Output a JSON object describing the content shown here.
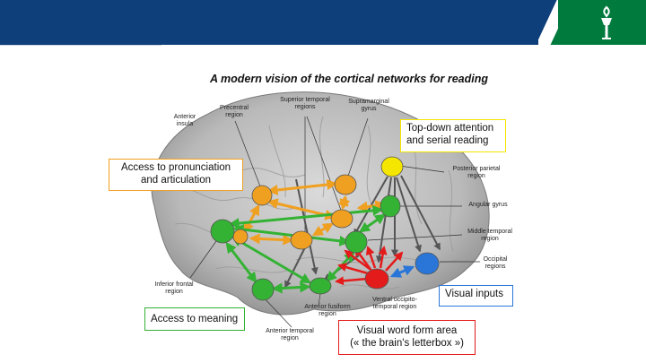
{
  "header": {
    "logo_icon": "torch-icon",
    "colors": {
      "blue": "#0e3f7a",
      "green": "#007a3d"
    }
  },
  "diagram": {
    "title": "A modern vision of the cortical networks for reading",
    "labels": {
      "anterior_insula": "Anterior\ninsula",
      "precentral": "Precentral\nregion",
      "superior_temporal": "Superior temporal\nregions",
      "supramarginal": "Supramarginal\ngyrus",
      "posterior_parietal": "Posterior parietal\nregion",
      "angular_gyrus": "Angular gyrus",
      "middle_temporal": "Middle temporal\nregion",
      "occipital": "Occipital\nregions",
      "inferior_frontal": "Inferior frontal\nregion",
      "anterior_fusiform": "Anterior fusiform\nregion",
      "ventral_occipito": "Ventral occipito-\ntemporal region",
      "anterior_temporal": "Anterior temporal\nregion"
    },
    "boxes": {
      "top_down": "Top-down attention\nand serial reading",
      "pronunciation": "Access to pronunciation\nand articulation",
      "visual_inputs": "Visual inputs",
      "meaning": "Access to meaning",
      "vwfa": "Visual word form area\n(« the brain's letterbox »)"
    },
    "colors": {
      "orange": "#f0a020",
      "green": "#33b233",
      "red": "#e41b1b",
      "blue": "#2a76d8",
      "yellow": "#f5e600",
      "gray": "#555555"
    }
  }
}
